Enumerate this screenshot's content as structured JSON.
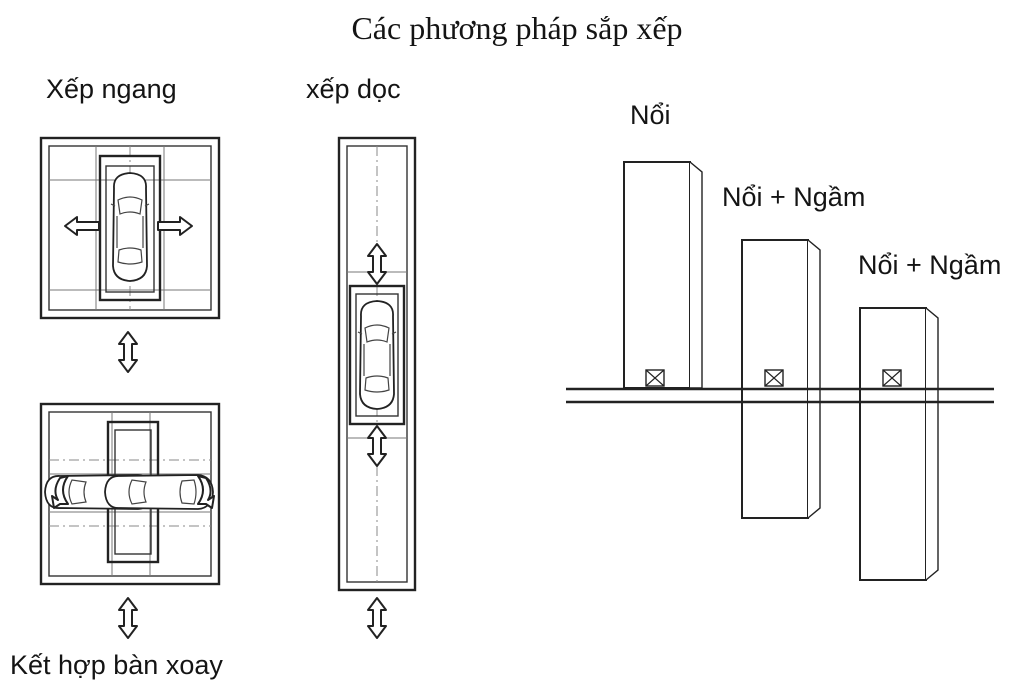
{
  "title": "Các phương pháp sắp xếp",
  "labels": {
    "horizontal": "Xếp ngang",
    "vertical": "xếp dọc",
    "turntable": "Kết hợp bàn xoay",
    "above_ground": "Nổi",
    "above_below_1": "Nổi + Ngầm",
    "above_below_2": "Nổi + Ngầm"
  }
}
